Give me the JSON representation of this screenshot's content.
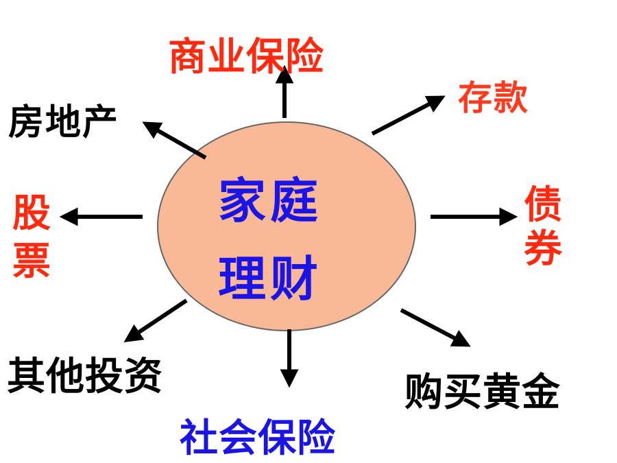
{
  "colors": {
    "center_fill": "#f9b996",
    "center_stroke": "#666666",
    "center_text": "#1a14e6",
    "red": "#ff2a10",
    "orange_red": "#ff3b1f",
    "black": "#000000",
    "blue": "#1a14e6"
  },
  "center": {
    "line1": "家庭",
    "line2": "理财"
  },
  "nodes": {
    "commercial_insurance": "商业保险",
    "deposit": "存款",
    "real_estate": "房地产",
    "stock_1": "股",
    "stock_2": "票",
    "bond_1": "债",
    "bond_2": "券",
    "other_investment": "其他投资",
    "buy_gold": "购买黄金",
    "social_insurance": "社会保险"
  }
}
